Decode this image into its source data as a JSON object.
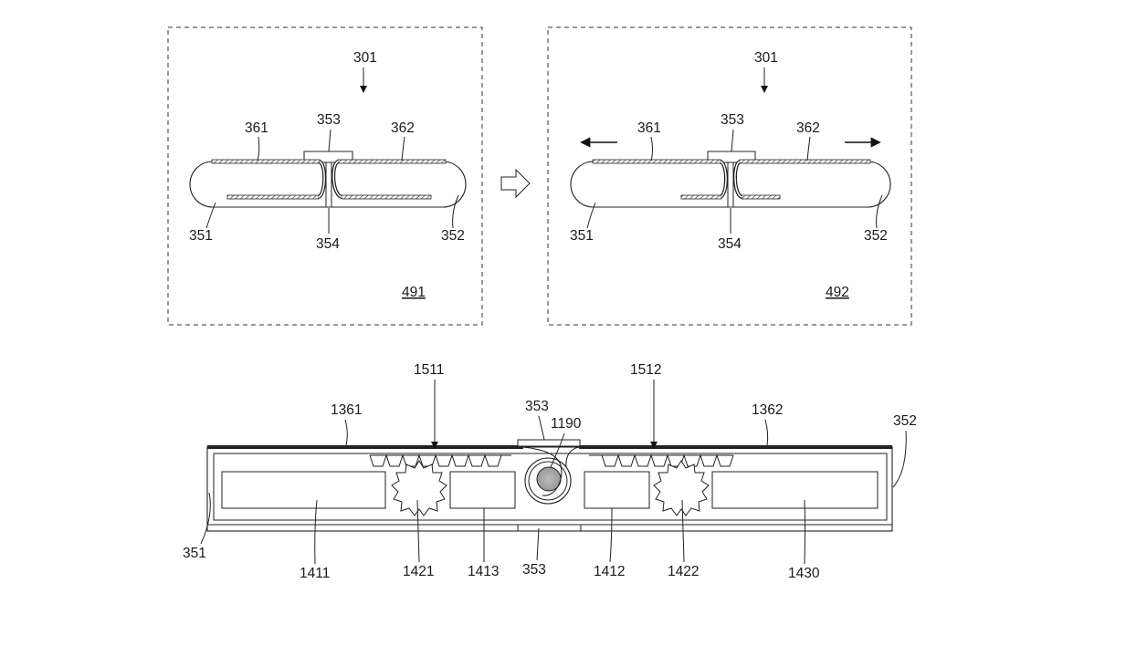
{
  "panels": {
    "left": {
      "ref": "491"
    },
    "right": {
      "ref": "492"
    }
  },
  "labels": {
    "device": "301",
    "housing_left": "351",
    "housing_right": "352",
    "hinge": "353",
    "hinge_bottom": "354",
    "display_left": "361",
    "display_right": "362"
  },
  "section": {
    "rack_left": "1511",
    "rack_right": "1512",
    "display_left": "1361",
    "display_right": "1362",
    "hinge_top": "353",
    "roller": "1190",
    "housing_right": "352",
    "housing_left": "351",
    "block_left": "1411",
    "gear_left": "1421",
    "block_mid_left": "1413",
    "hinge_bottom": "353",
    "block_mid_right": "1412",
    "gear_right": "1422",
    "block_right": "1430"
  }
}
